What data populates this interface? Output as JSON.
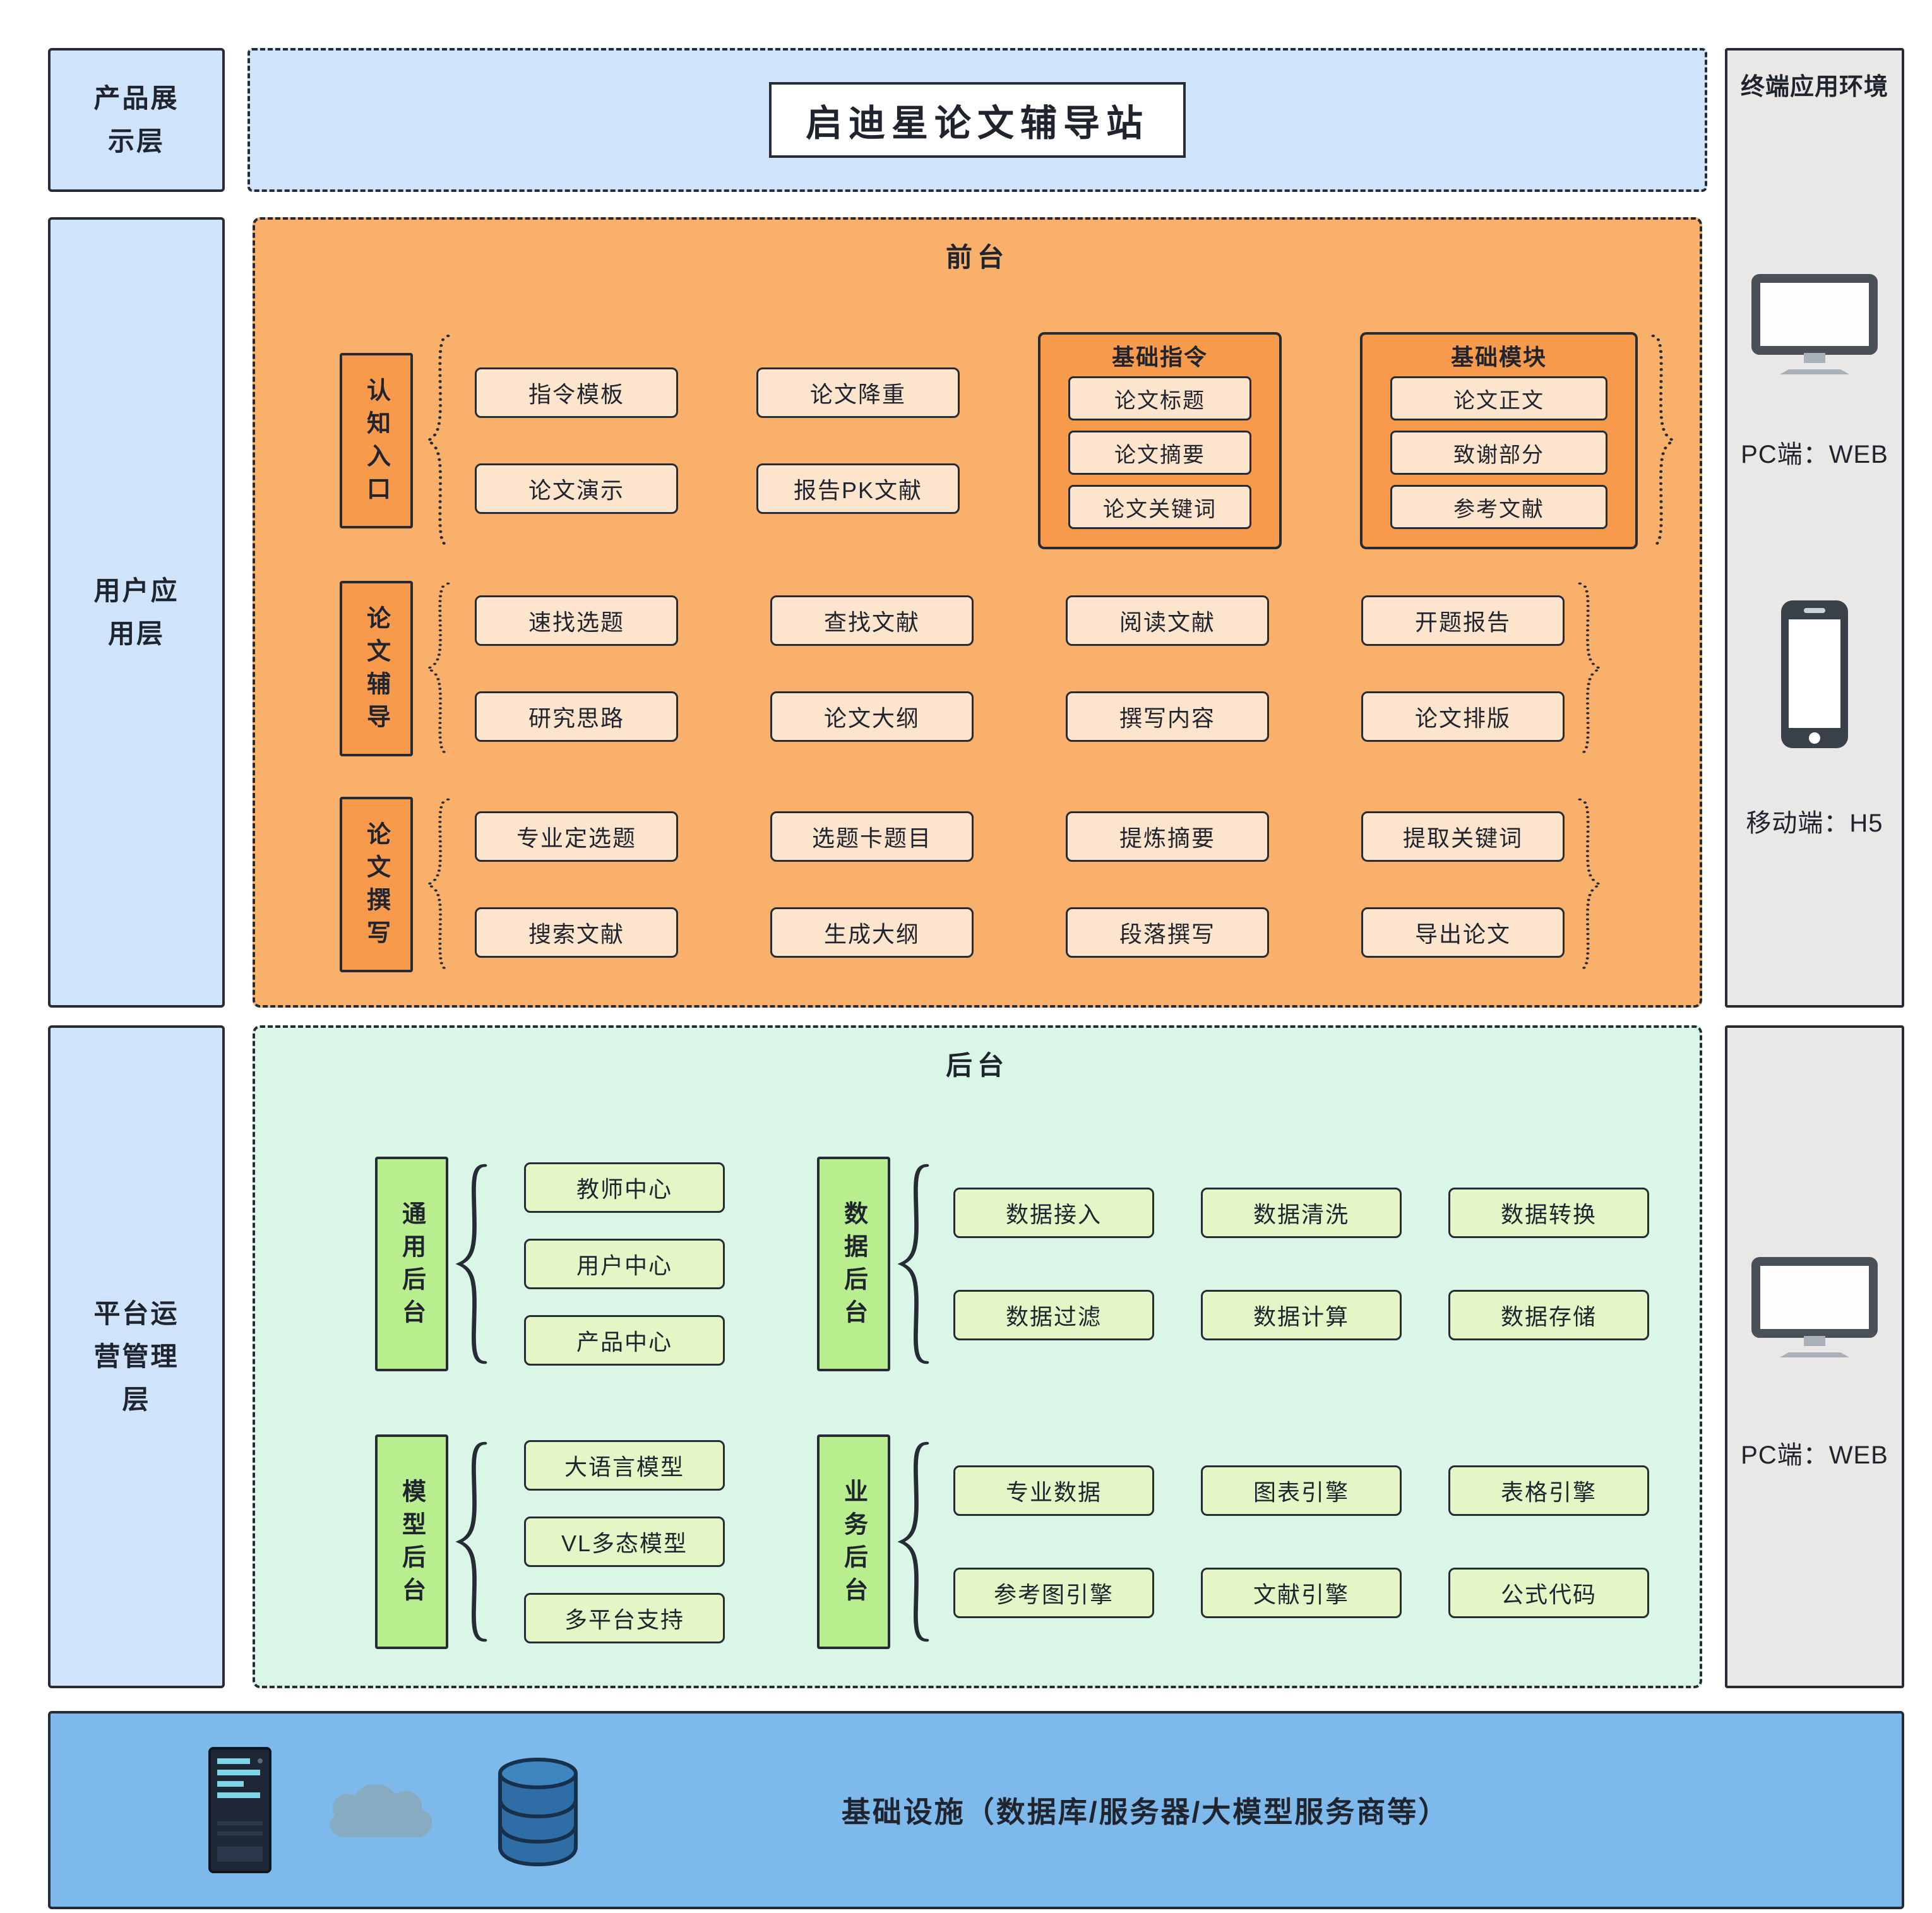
{
  "title": "启迪星论文辅导站",
  "layers": {
    "product": "产品展示层",
    "user": "用户应用层",
    "platform": "平台运营管理层"
  },
  "terminal": {
    "title": "终端应用环境",
    "pc_web": "PC端：WEB",
    "mobile_h5": "移动端：H5",
    "pc_web_bottom": "PC端：WEB"
  },
  "frontend": {
    "title": "前台",
    "rows": [
      {
        "label": "认知入口",
        "stacks": [
          [
            "指令模板",
            "论文演示"
          ],
          [
            "论文降重",
            "报告PK文献"
          ]
        ],
        "groups": [
          {
            "title": "基础指令",
            "items": [
              "论文标题",
              "论文摘要",
              "论文关键词"
            ]
          },
          {
            "title": "基础模块",
            "items": [
              "论文正文",
              "致谢部分",
              "参考文献"
            ]
          }
        ]
      },
      {
        "label": "论文辅导",
        "stacks": [
          [
            "速找选题",
            "研究思路"
          ],
          [
            "查找文献",
            "论文大纲"
          ],
          [
            "阅读文献",
            "撰写内容"
          ],
          [
            "开题报告",
            "论文排版"
          ]
        ]
      },
      {
        "label": "论文撰写",
        "stacks": [
          [
            "专业定选题",
            "搜索文献"
          ],
          [
            "选题卡题目",
            "生成大纲"
          ],
          [
            "提炼摘要",
            "段落撰写"
          ],
          [
            "提取关键词",
            "导出论文"
          ]
        ]
      }
    ]
  },
  "backend": {
    "title": "后台",
    "groups": [
      {
        "label": "通用后台",
        "items": [
          "教师中心",
          "用户中心",
          "产品中心"
        ]
      },
      {
        "label": "数据后台",
        "items": [
          "数据接入",
          "数据清洗",
          "数据转换",
          "数据过滤",
          "数据计算",
          "数据存储"
        ]
      },
      {
        "label": "模型后台",
        "items": [
          "大语言模型",
          "VL多态模型",
          "多平台支持"
        ]
      },
      {
        "label": "业务后台",
        "items": [
          "专业数据",
          "图表引擎",
          "表格引擎",
          "参考图引擎",
          "文献引擎",
          "公式代码"
        ]
      }
    ]
  },
  "infrastructure": {
    "label": "基础设施（数据库/服务器/大模型服务商等）",
    "icons": [
      "server-icon",
      "cloud-icon",
      "database-icon"
    ]
  },
  "colors": {
    "border_dark": "#262b36",
    "layer_blue": "#cfe4fa",
    "front_orange": "#f8b06a",
    "front_deep_orange": "#f79a4b",
    "front_item_cream": "#fce4cd",
    "back_mint": "#d9f6e6",
    "back_label_green": "#b9ee8e",
    "back_item_green": "#e4f6c6",
    "infra_blue": "#7db9ea",
    "panel_gray": "#e9e8e6"
  }
}
